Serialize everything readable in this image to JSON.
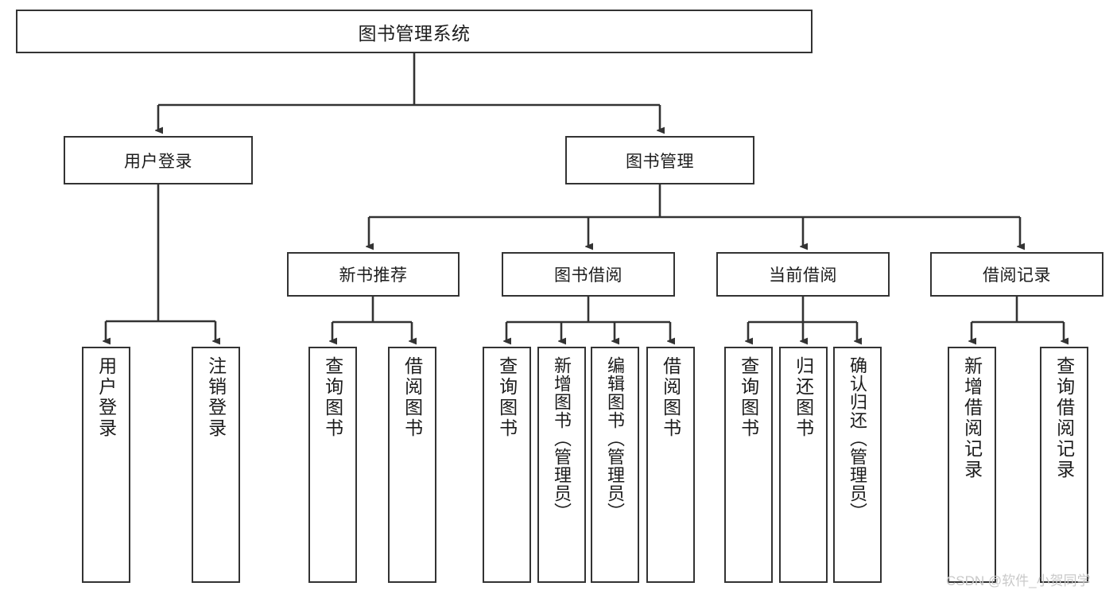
{
  "diagram": {
    "type": "tree",
    "title": "图书管理系统",
    "orientation": "top-down",
    "colors": {
      "box_border": "#333333",
      "box_fill": "#ffffff",
      "connector": "#333333",
      "text": "#1c1c1c",
      "watermark": "#c9c9c9"
    },
    "root": {
      "id": "root",
      "label": "图书管理系统"
    },
    "level2": [
      {
        "id": "user-login",
        "label": "用户登录"
      },
      {
        "id": "book-manage",
        "label": "图书管理"
      }
    ],
    "level3": [
      {
        "id": "new-book-recommend",
        "label": "新书推荐",
        "parent": "book-manage"
      },
      {
        "id": "book-borrow",
        "label": "图书借阅",
        "parent": "book-manage"
      },
      {
        "id": "current-borrow",
        "label": "当前借阅",
        "parent": "book-manage"
      },
      {
        "id": "borrow-record",
        "label": "借阅记录",
        "parent": "book-manage"
      }
    ],
    "leaves": [
      {
        "id": "leaf-user-login",
        "label": "用户登录",
        "parent": "user-login"
      },
      {
        "id": "leaf-logout",
        "label": "注销登录",
        "parent": "user-login"
      },
      {
        "id": "leaf-query-book-rec",
        "label": "查询图书",
        "parent": "new-book-recommend"
      },
      {
        "id": "leaf-borrow-book-rec",
        "label": "借阅图书",
        "parent": "new-book-recommend"
      },
      {
        "id": "leaf-query-book-borrow",
        "label": "查询图书",
        "parent": "book-borrow"
      },
      {
        "id": "leaf-add-book",
        "label": "新增图书（管理员）",
        "parent": "book-borrow"
      },
      {
        "id": "leaf-edit-book",
        "label": "编辑图书（管理员）",
        "parent": "book-borrow"
      },
      {
        "id": "leaf-borrow-book",
        "label": "借阅图书",
        "parent": "book-borrow"
      },
      {
        "id": "leaf-query-book-cur",
        "label": "查询图书",
        "parent": "current-borrow"
      },
      {
        "id": "leaf-return-book",
        "label": "归还图书",
        "parent": "current-borrow"
      },
      {
        "id": "leaf-confirm-return",
        "label": "确认归还（管理员）",
        "parent": "current-borrow"
      },
      {
        "id": "leaf-add-record",
        "label": "新增借阅记录",
        "parent": "borrow-record"
      },
      {
        "id": "leaf-query-record",
        "label": "查询借阅记录",
        "parent": "borrow-record"
      }
    ],
    "watermark": "CSDN @软件_小贺同学"
  }
}
